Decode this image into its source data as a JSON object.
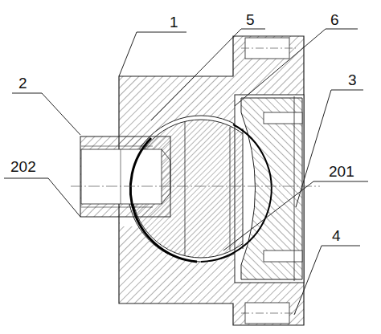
{
  "diagram": {
    "labels": [
      "1",
      "5",
      "6",
      "2",
      "3",
      "202",
      "201",
      "4"
    ]
  }
}
